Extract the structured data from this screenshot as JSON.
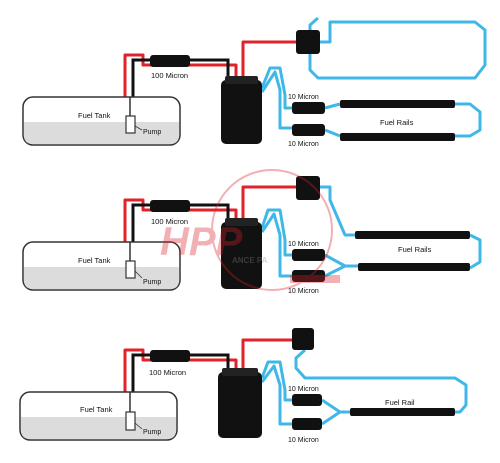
{
  "colors": {
    "supply_line": "#e0222b",
    "return_line": "#3fb8e8",
    "filter_line": "#111111",
    "tank_outline": "#333333",
    "tank_fuel": "#dcdcdc",
    "component": "#111111",
    "watermark": "#d8202a"
  },
  "diagrams": [
    {
      "tank_label": "Fuel Tank",
      "pump_label": "Pump",
      "prefilter_label": "100 Micron",
      "filter_a_label": "10 Micron",
      "filter_b_label": "10 Micron",
      "rail_a_label": "Fuel Rails",
      "rail_b_label": ""
    },
    {
      "tank_label": "Fuel Tank",
      "pump_label": "Pump",
      "prefilter_label": "100 Micron",
      "filter_a_label": "10 Micron",
      "filter_b_label": "10 Micron",
      "rail_a_label": "Fuel Rails",
      "rail_b_label": ""
    },
    {
      "tank_label": "Fuel Tank",
      "pump_label": "Pump",
      "prefilter_label": "100 Micron",
      "filter_a_label": "10 Micron",
      "filter_b_label": "10 Micron",
      "rail_a_label": "Fuel Rail"
    }
  ],
  "watermark": {
    "brand": "HPP",
    "tagline": "ANCE PA"
  }
}
